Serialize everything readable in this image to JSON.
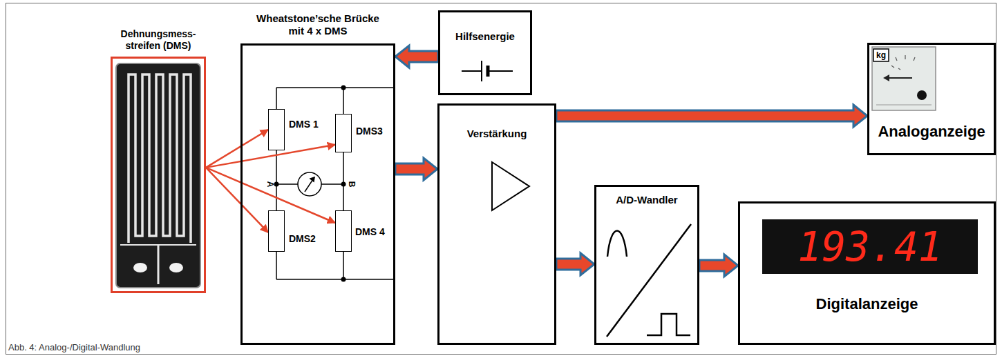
{
  "diagram": {
    "caption": "Abb. 4: Analog-/Digital-Wandlung",
    "nodes": [
      {
        "text": [
          "Dehnungsmess- streifen (DMS)"
        ]
      },
      {
        "text": [
          "Wheatstone’sche Brücke mit 4 x DMS"
        ]
      },
      {
        "text": [
          "DMS 1"
        ],
        "in": 1
      },
      {
        "text": [
          "DMS3"
        ],
        "in": 1
      },
      {
        "text": [
          "DMS2"
        ],
        "in": 1
      },
      {
        "text": [
          "DMS 4"
        ],
        "in": 1
      },
      {
        "text": [
          "Hilfsenergie"
        ]
      },
      {
        "text": [
          "Analoganzeige"
        ]
      },
      {
        "text": [
          "Verstärkung"
        ]
      },
      {
        "text": [
          "A/D-Wandler"
        ]
      },
      {
        "text": [
          "Digitalanzeige"
        ]
      }
    ],
    "edges": [
      {
        "from": 0,
        "to": 2,
        "arrow": "to"
      },
      {
        "from": 0,
        "to": 3,
        "arrow": "to"
      },
      {
        "from": 0,
        "to": 4,
        "arrow": "to"
      },
      {
        "from": 0,
        "to": 5,
        "arrow": "to"
      },
      {
        "from": 6,
        "to": 1,
        "arrow": "to"
      },
      {
        "from": 1,
        "to": 8,
        "arrow": "to"
      },
      {
        "from": 8,
        "to": 7,
        "arrow": "to"
      },
      {
        "from": 8,
        "to": 9,
        "arrow": "to"
      },
      {
        "from": 9,
        "to": 10,
        "arrow": "to"
      }
    ],
    "labels": [
      "A",
      "B",
      "kg",
      "193.41"
    ]
  }
}
